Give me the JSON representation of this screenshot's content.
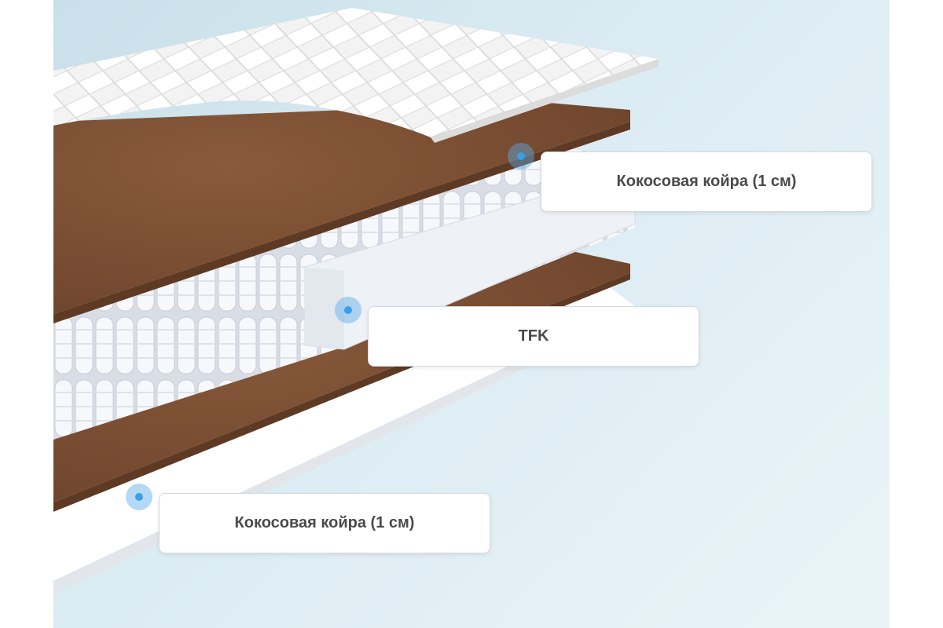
{
  "layers": [
    {
      "id": "top-coir",
      "label": "Кокосовая койра (1 см)"
    },
    {
      "id": "spring-block",
      "label": "TFK"
    },
    {
      "id": "bottom-coir",
      "label": "Кокосовая койра (1 см)"
    }
  ],
  "colors": {
    "coir": "#7a4e32",
    "foam": "#eef1f6",
    "cover": "#f4f4f4",
    "marker": "#3c9ee8"
  }
}
